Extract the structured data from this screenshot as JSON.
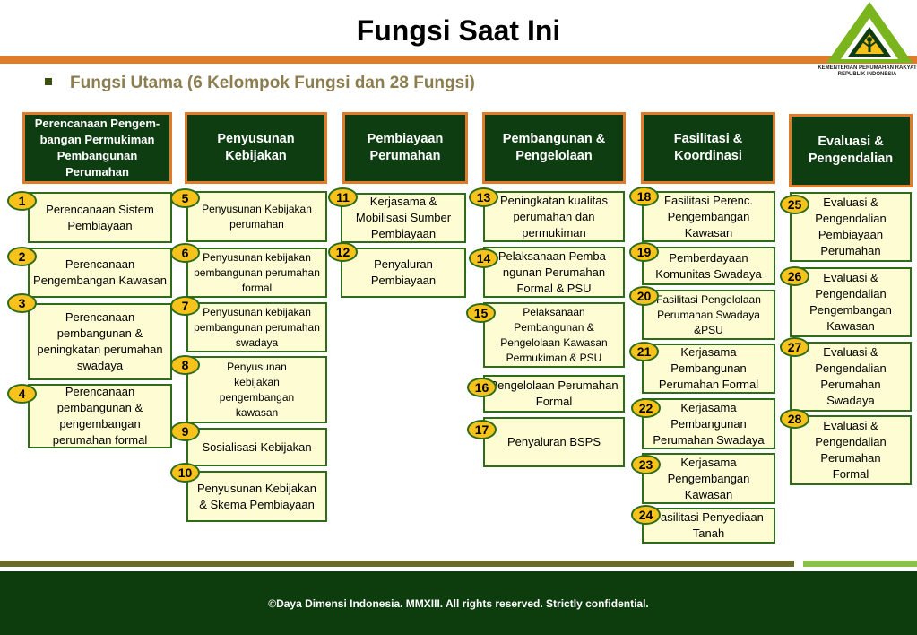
{
  "title": "Fungsi Saat Ini",
  "subtitle": "Fungsi Utama (6 Kelompok Fungsi dan 28 Fungsi)",
  "logo": {
    "line1": "KEMENTERIAN PERUMAHAN RAKYAT",
    "line2": "REPUBLIK INDONESIA",
    "colors": {
      "green": "#7ab51d",
      "dark": "#0f3d12",
      "yellow": "#f6c21b"
    }
  },
  "groups": [
    {
      "title": "Perencanaan Pengem-bangan Permukiman Pembangunan Perumahan"
    },
    {
      "title": "Penyusunan Kebijakan"
    },
    {
      "title": "Pembiayaan Perumahan"
    },
    {
      "title": "Pembangunan & Pengelolaan"
    },
    {
      "title": "Fasilitasi & Koordinasi"
    },
    {
      "title": "Evaluasi & Pengendalian"
    }
  ],
  "items": [
    {
      "num": "1",
      "text": "Perencanaan Sistem Pembiayaan"
    },
    {
      "num": "2",
      "text": "Perencanaan Pengembangan Kawasan"
    },
    {
      "num": "3",
      "text": "Perencanaan pembangunan & peningkatan perumahan swadaya"
    },
    {
      "num": "4",
      "text": "Perencanaan pembangunan & pengembangan perumahan formal"
    },
    {
      "num": "5",
      "text": "Penyusunan Kebijakan perumahan"
    },
    {
      "num": "6",
      "text": "Penyusunan kebijakan pembangunan perumahan formal"
    },
    {
      "num": "7",
      "text": "Penyusunan kebijakan pembangunan perumahan swadaya"
    },
    {
      "num": "8",
      "text": "Penyusunan kebijakan pengembangan kawasan"
    },
    {
      "num": "9",
      "text": "Sosialisasi Kebijakan"
    },
    {
      "num": "10",
      "text": "Penyusunan Kebijakan & Skema Pembiayaan"
    },
    {
      "num": "11",
      "text": "Kerjasama & Mobilisasi Sumber Pembiayaan"
    },
    {
      "num": "12",
      "text": "Penyaluran Pembiayaan"
    },
    {
      "num": "13",
      "text": "Peningkatan kualitas perumahan dan permukiman"
    },
    {
      "num": "14",
      "text": "Pelaksanaan Pemba-ngunan Perumahan Formal & PSU"
    },
    {
      "num": "15",
      "text": "Pelaksanaan Pembangunan & Pengelolaan Kawasan Permukiman & PSU"
    },
    {
      "num": "16",
      "text": "Pengelolaan Perumahan Formal"
    },
    {
      "num": "17",
      "text": "Penyaluran BSPS"
    },
    {
      "num": "18",
      "text": "Fasilitasi Perenc. Pengembangan Kawasan"
    },
    {
      "num": "19",
      "text": "Pemberdayaan Komunitas Swadaya"
    },
    {
      "num": "20",
      "text": "Fasilitasi Pengelolaan Perumahan Swadaya &PSU"
    },
    {
      "num": "21",
      "text": "Kerjasama Pembangunan Perumahan Formal"
    },
    {
      "num": "22",
      "text": "Kerjasama Pembangunan Perumahan Swadaya"
    },
    {
      "num": "23",
      "text": "Kerjasama Pengembangan Kawasan"
    },
    {
      "num": "24",
      "text": "Fasilitasi Penyediaan Tanah"
    },
    {
      "num": "25",
      "text": "Evaluasi & Pengendalian Pembiayaan Perumahan"
    },
    {
      "num": "26",
      "text": "Evaluasi & Pengendalian Pengembangan Kawasan"
    },
    {
      "num": "27",
      "text": "Evaluasi & Pengendalian Perumahan Swadaya"
    },
    {
      "num": "28",
      "text": "Evaluasi & Pengendalian Perumahan Formal"
    }
  ],
  "footer": "©Daya Dimensi Indonesia. MMXIII. All rights reserved. Strictly confidential."
}
